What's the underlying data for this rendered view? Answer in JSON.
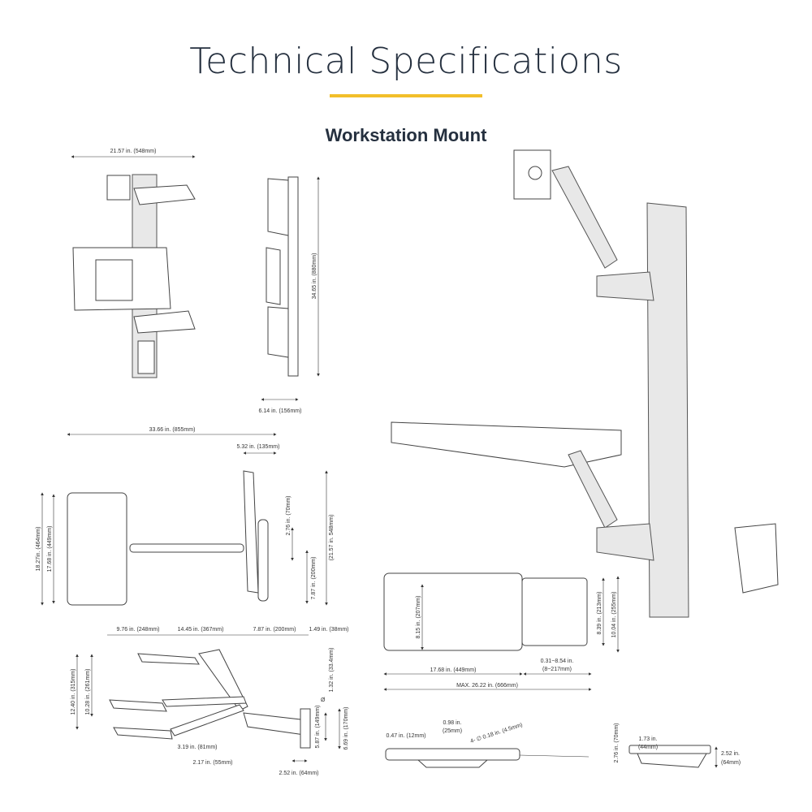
{
  "header": {
    "title": "Technical Specifications",
    "subtitle": "Workstation Mount",
    "accent_color": "#f2bf2a"
  },
  "front_view": {
    "width": "21.57 in. (548mm)"
  },
  "side_view": {
    "height": "34.65 in. (880mm)",
    "depth": "6.14 in. (156mm)"
  },
  "top_view": {
    "overall_length": "33.66 in. (855mm)",
    "rail_offset": "5.32 in. (135mm)",
    "tray_width_outer": "18.27in. (464mm)",
    "tray_width_inner": "17.68 in. (449mm)",
    "height_range": "(21.57 in. 548mm)",
    "bracket_height": "2.76 in. (70mm)",
    "lower_offset": "7.87 in. (200mm)"
  },
  "arm_side_view": {
    "seg1": "9.76 in. (248mm)",
    "seg2": "14.45 in. (367mm)",
    "seg3": "7.87 in. (200mm)",
    "seg4": "1.49 in. (38mm)",
    "travel_total": "12.40 in. (315mm)",
    "travel_inner": "10.28 in. (261mm)",
    "pole_diameter": "1.32 in. (33.4mm)",
    "mount_height": "5.87 in. (149mm)",
    "mount_total": "6.69 in. (170mm)",
    "drop1": "3.19 in. (81mm)",
    "drop2": "2.17 in. (55mm)",
    "base_depth": "2.52 in. (64mm)",
    "diameter_symbol": "Ø"
  },
  "keyboard_tray": {
    "tray_depth": "8.15 in. (207mm)",
    "mouse_depth": "8.39 in. (213mm)",
    "overall_depth": "10.04 in. (255mm)",
    "tray_width": "17.68 in. (449mm)",
    "slide_range_1": "0.31~8.54 in.",
    "slide_range_2": "(8~217mm)",
    "max_width": "MAX. 26.22 in. (666mm)"
  },
  "tray_bottom_view": {
    "edge": "0.47 in. (12mm)",
    "hole_spacing_1": "0.98 in.",
    "hole_spacing_2": "(25mm)",
    "holes": "4- ∅ 0.18 in. (4.5mm)"
  },
  "tray_side_view": {
    "height": "2.76 in. (70mm)",
    "inner_1": "1.73 in.",
    "inner_2": "(44mm)",
    "thick_1": "2.52 in.",
    "thick_2": "(64mm)"
  }
}
